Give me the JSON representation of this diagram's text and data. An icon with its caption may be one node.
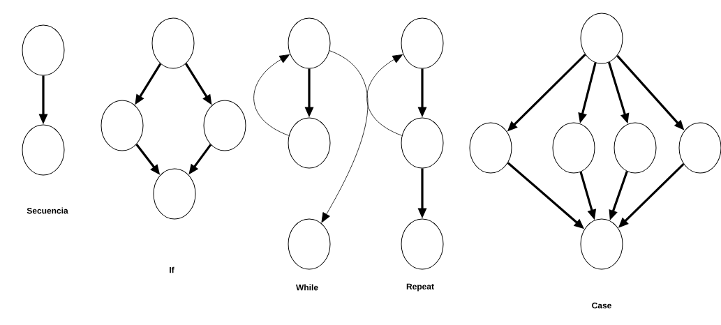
{
  "diagram": {
    "nodes": [
      {
        "text": [],
        "shape": "circle"
      },
      {
        "text": [],
        "shape": "circle"
      },
      {
        "text": [],
        "shape": "circle"
      },
      {
        "text": [],
        "shape": "circle"
      },
      {
        "text": [],
        "shape": "circle"
      },
      {
        "text": [],
        "shape": "circle"
      },
      {
        "text": [],
        "shape": "circle"
      },
      {
        "text": [],
        "shape": "circle"
      },
      {
        "text": [],
        "shape": "circle"
      },
      {
        "text": [],
        "shape": "circle"
      },
      {
        "text": [],
        "shape": "circle"
      },
      {
        "text": [],
        "shape": "circle"
      },
      {
        "text": [],
        "shape": "circle"
      },
      {
        "text": [],
        "shape": "circle"
      },
      {
        "text": [],
        "shape": "circle"
      },
      {
        "text": [],
        "shape": "circle"
      },
      {
        "text": [],
        "shape": "circle"
      },
      {
        "text": [],
        "shape": "circle"
      }
    ],
    "edges": [
      {
        "from": 0,
        "to": 1,
        "arrow": "to"
      },
      {
        "from": 2,
        "to": 3,
        "arrow": "to"
      },
      {
        "from": 2,
        "to": 4,
        "arrow": "to"
      },
      {
        "from": 3,
        "to": 5,
        "arrow": "to"
      },
      {
        "from": 4,
        "to": 5,
        "arrow": "to"
      },
      {
        "from": 6,
        "to": 7,
        "arrow": "to"
      },
      {
        "from": 7,
        "to": 6,
        "arrow": "to"
      },
      {
        "from": 6,
        "to": 8,
        "arrow": "to"
      },
      {
        "from": 9,
        "to": 10,
        "arrow": "to"
      },
      {
        "from": 10,
        "to": 9,
        "arrow": "to"
      },
      {
        "from": 10,
        "to": 11,
        "arrow": "to"
      },
      {
        "from": 12,
        "to": 13,
        "arrow": "to"
      },
      {
        "from": 12,
        "to": 14,
        "arrow": "to"
      },
      {
        "from": 12,
        "to": 15,
        "arrow": "to"
      },
      {
        "from": 12,
        "to": 16,
        "arrow": "to"
      },
      {
        "from": 13,
        "to": 17,
        "arrow": "to"
      },
      {
        "from": 14,
        "to": 17,
        "arrow": "to"
      },
      {
        "from": 15,
        "to": 17,
        "arrow": "to"
      },
      {
        "from": 16,
        "to": 17,
        "arrow": "to"
      }
    ],
    "labels": [
      "Secuencia",
      "If",
      "While",
      "Repeat",
      "Case"
    ]
  }
}
